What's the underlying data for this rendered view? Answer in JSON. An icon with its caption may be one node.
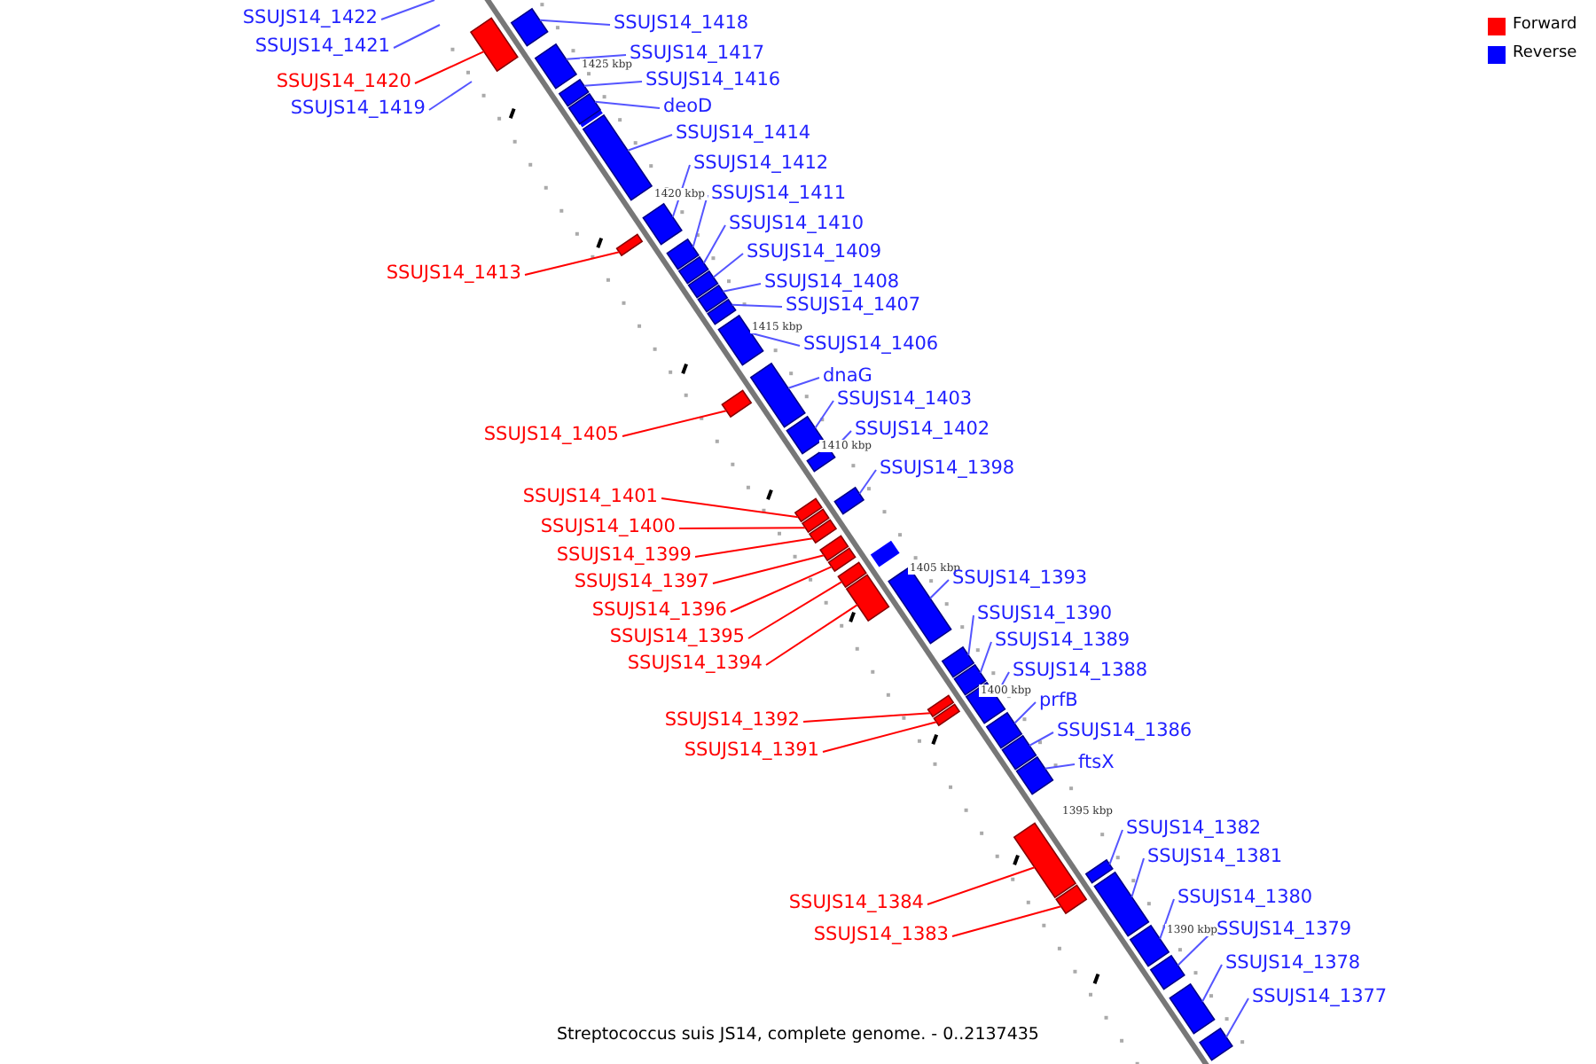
{
  "diagram": {
    "caption": "Streptococcus suis JS14, complete genome. - 0..2137435",
    "nodes": [
      {
        "text": [
          "SSUJS14_1422"
        ]
      },
      {
        "text": [
          "SSUJS14_1418"
        ]
      },
      {
        "text": [
          "SSUJS14_1421"
        ]
      },
      {
        "text": [
          "SSUJS14_1417"
        ]
      },
      {
        "text": [
          "SSUJS14_1420"
        ]
      },
      {
        "text": [
          "SSUJS14_1416"
        ]
      },
      {
        "text": [
          "SSUJS14_1419"
        ]
      },
      {
        "text": [
          "deoD"
        ]
      },
      {
        "text": [
          "SSUJS14_1414"
        ]
      },
      {
        "text": [
          "SSUJS14_1412"
        ]
      },
      {
        "text": [
          "SSUJS14_1411"
        ]
      },
      {
        "text": [
          "SSUJS14_1410"
        ]
      },
      {
        "text": [
          "SSUJS14_1409"
        ]
      },
      {
        "text": [
          "SSUJS14_1413"
        ]
      },
      {
        "text": [
          "SSUJS14_1408"
        ]
      },
      {
        "text": [
          "SSUJS14_1407"
        ]
      },
      {
        "text": [
          "SSUJS14_1406"
        ]
      },
      {
        "text": [
          "dnaG"
        ]
      },
      {
        "text": [
          "SSUJS14_1403"
        ]
      },
      {
        "text": [
          "SSUJS14_1402"
        ]
      },
      {
        "text": [
          "SSUJS14_1405"
        ]
      },
      {
        "text": [
          "SSUJS14_1398"
        ]
      },
      {
        "text": [
          "SSUJS14_1401"
        ]
      },
      {
        "text": [
          "SSUJS14_1400"
        ]
      },
      {
        "text": [
          "SSUJS14_1399"
        ]
      },
      {
        "text": [
          "SSUJS14_1393"
        ]
      },
      {
        "text": [
          "SSUJS14_1397"
        ]
      },
      {
        "text": [
          "SSUJS14_1396"
        ]
      },
      {
        "text": [
          "SSUJS14_1390"
        ]
      },
      {
        "text": [
          "SSUJS14_1395"
        ]
      },
      {
        "text": [
          "SSUJS14_1389"
        ]
      },
      {
        "text": [
          "SSUJS14_1394"
        ]
      },
      {
        "text": [
          "SSUJS14_1388"
        ]
      },
      {
        "text": [
          "prfB"
        ]
      },
      {
        "text": [
          "SSUJS14_1392"
        ]
      },
      {
        "text": [
          "SSUJS14_1386"
        ]
      },
      {
        "text": [
          "SSUJS14_1391"
        ]
      },
      {
        "text": [
          "ftsX"
        ]
      },
      {
        "text": [
          "SSUJS14_1382"
        ]
      },
      {
        "text": [
          "SSUJS14_1381"
        ]
      },
      {
        "text": [
          "SSUJS14_1380"
        ]
      },
      {
        "text": [
          "SSUJS14_1384"
        ]
      },
      {
        "text": [
          "SSUJS14_1379"
        ]
      },
      {
        "text": [
          "SSUJS14_1383"
        ]
      },
      {
        "text": [
          "SSUJS14_1378"
        ]
      },
      {
        "text": [
          "SSUJS14_1377"
        ]
      },
      {
        "text": [],
        "shape": "bar"
      },
      {
        "text": [],
        "shape": "bar"
      },
      {
        "text": [],
        "shape": "bar"
      },
      {
        "text": [],
        "shape": "bar"
      },
      {
        "text": [],
        "shape": "bar"
      },
      {
        "text": [],
        "shape": "bar"
      },
      {
        "text": [],
        "shape": "bar"
      },
      {
        "text": [],
        "shape": "bar"
      },
      {
        "text": [],
        "shape": "bar"
      },
      {
        "text": [],
        "shape": "bar"
      },
      {
        "text": [],
        "shape": "bar"
      },
      {
        "text": [],
        "shape": "bar"
      },
      {
        "text": [],
        "shape": "bar"
      },
      {
        "text": [],
        "shape": "bar"
      },
      {
        "text": [],
        "shape": "bar"
      },
      {
        "text": [],
        "shape": "bar"
      },
      {
        "text": [],
        "shape": "bar"
      },
      {
        "text": [],
        "shape": "bar"
      },
      {
        "text": [],
        "shape": "bar"
      },
      {
        "text": [],
        "shape": "bar"
      },
      {
        "text": [],
        "shape": "bar"
      },
      {
        "text": [],
        "shape": "bar"
      },
      {
        "text": [],
        "shape": "bar"
      },
      {
        "text": [],
        "shape": "bar"
      },
      {
        "text": [],
        "shape": "bar"
      },
      {
        "text": [],
        "shape": "bar"
      },
      {
        "text": [],
        "shape": "bar"
      },
      {
        "text": [],
        "shape": "bar"
      },
      {
        "text": [],
        "shape": "bar"
      },
      {
        "text": [],
        "shape": "bar"
      },
      {
        "text": [],
        "shape": "bar"
      },
      {
        "text": [],
        "shape": "bar"
      },
      {
        "text": [],
        "shape": "bar"
      },
      {
        "text": [],
        "shape": "bar"
      },
      {
        "text": [],
        "shape": "bar"
      },
      {
        "text": [],
        "shape": "bar"
      },
      {
        "text": [],
        "shape": "bar"
      },
      {
        "text": [],
        "shape": "bar"
      },
      {
        "text": [],
        "shape": "bar"
      },
      {
        "text": [],
        "shape": "bar"
      },
      {
        "text": [],
        "shape": "bar"
      },
      {
        "text": [],
        "shape": "bar"
      },
      {
        "text": [],
        "shape": "bar"
      }
    ],
    "edges": [
      {
        "from": 0,
        "to": null,
        "arrow": "none"
      },
      {
        "from": 1,
        "to": 46,
        "arrow": "none"
      },
      {
        "from": 2,
        "to": null,
        "arrow": "none"
      },
      {
        "from": 3,
        "to": 47,
        "arrow": "none"
      },
      {
        "from": 4,
        "to": 48,
        "arrow": "none",
        "color": "#ff0000"
      },
      {
        "from": 5,
        "to": 49,
        "arrow": "none"
      },
      {
        "from": 6,
        "to": null,
        "arrow": "none"
      },
      {
        "from": 7,
        "to": 50,
        "arrow": "none"
      },
      {
        "from": 8,
        "to": 51,
        "arrow": "none"
      },
      {
        "from": 9,
        "to": 52,
        "arrow": "none"
      },
      {
        "from": 10,
        "to": 53,
        "arrow": "none"
      },
      {
        "from": 11,
        "to": 54,
        "arrow": "none"
      },
      {
        "from": 12,
        "to": 55,
        "arrow": "none"
      },
      {
        "from": 13,
        "to": 56,
        "arrow": "none",
        "color": "#ff0000"
      },
      {
        "from": 14,
        "to": 57,
        "arrow": "none"
      },
      {
        "from": 15,
        "to": 58,
        "arrow": "none"
      },
      {
        "from": 16,
        "to": 59,
        "arrow": "none"
      },
      {
        "from": 17,
        "to": 60,
        "arrow": "none"
      },
      {
        "from": 18,
        "to": 61,
        "arrow": "none"
      },
      {
        "from": 19,
        "to": 62,
        "arrow": "none"
      },
      {
        "from": 20,
        "to": 63,
        "arrow": "none",
        "color": "#ff0000"
      },
      {
        "from": 21,
        "to": 64,
        "arrow": "none"
      },
      {
        "from": 22,
        "to": 65,
        "arrow": "none",
        "color": "#ff0000"
      },
      {
        "from": 23,
        "to": 66,
        "arrow": "none",
        "color": "#ff0000"
      },
      {
        "from": 24,
        "to": 67,
        "arrow": "none",
        "color": "#ff0000"
      },
      {
        "from": 25,
        "to": 68,
        "arrow": "none"
      },
      {
        "from": 26,
        "to": 69,
        "arrow": "none",
        "color": "#ff0000"
      },
      {
        "from": 27,
        "to": 70,
        "arrow": "none",
        "color": "#ff0000"
      },
      {
        "from": 28,
        "to": 71,
        "arrow": "none"
      },
      {
        "from": 29,
        "to": 72,
        "arrow": "none",
        "color": "#ff0000"
      },
      {
        "from": 30,
        "to": 73,
        "arrow": "none"
      },
      {
        "from": 31,
        "to": 74,
        "arrow": "none",
        "color": "#ff0000"
      },
      {
        "from": 32,
        "to": 75,
        "arrow": "none"
      },
      {
        "from": 33,
        "to": 76,
        "arrow": "none"
      },
      {
        "from": 34,
        "to": 77,
        "arrow": "none",
        "color": "#ff0000"
      },
      {
        "from": 35,
        "to": 78,
        "arrow": "none"
      },
      {
        "from": 36,
        "to": 79,
        "arrow": "none",
        "color": "#ff0000"
      },
      {
        "from": 37,
        "to": 80,
        "arrow": "none"
      },
      {
        "from": 38,
        "to": 81,
        "arrow": "none"
      },
      {
        "from": 39,
        "to": 82,
        "arrow": "none"
      },
      {
        "from": 40,
        "to": 83,
        "arrow": "none"
      },
      {
        "from": 41,
        "to": 84,
        "arrow": "none",
        "color": "#ff0000"
      },
      {
        "from": 42,
        "to": 85,
        "arrow": "none"
      },
      {
        "from": 43,
        "to": 86,
        "arrow": "none",
        "color": "#ff0000"
      },
      {
        "from": 44,
        "to": 87,
        "arrow": "none"
      },
      {
        "from": 45,
        "to": 88,
        "arrow": "none"
      }
    ],
    "labels": [
      "1425 kbp",
      "1420 kbp",
      "1415 kbp",
      "1410 kbp",
      "1405 kbp",
      "1400 kbp",
      "1395 kbp",
      "1390 kbp"
    ],
    "legend": [
      {
        "text": "Forward",
        "color": "#ff0000"
      },
      {
        "text": "Reverse",
        "color": "#0000ff"
      }
    ]
  }
}
